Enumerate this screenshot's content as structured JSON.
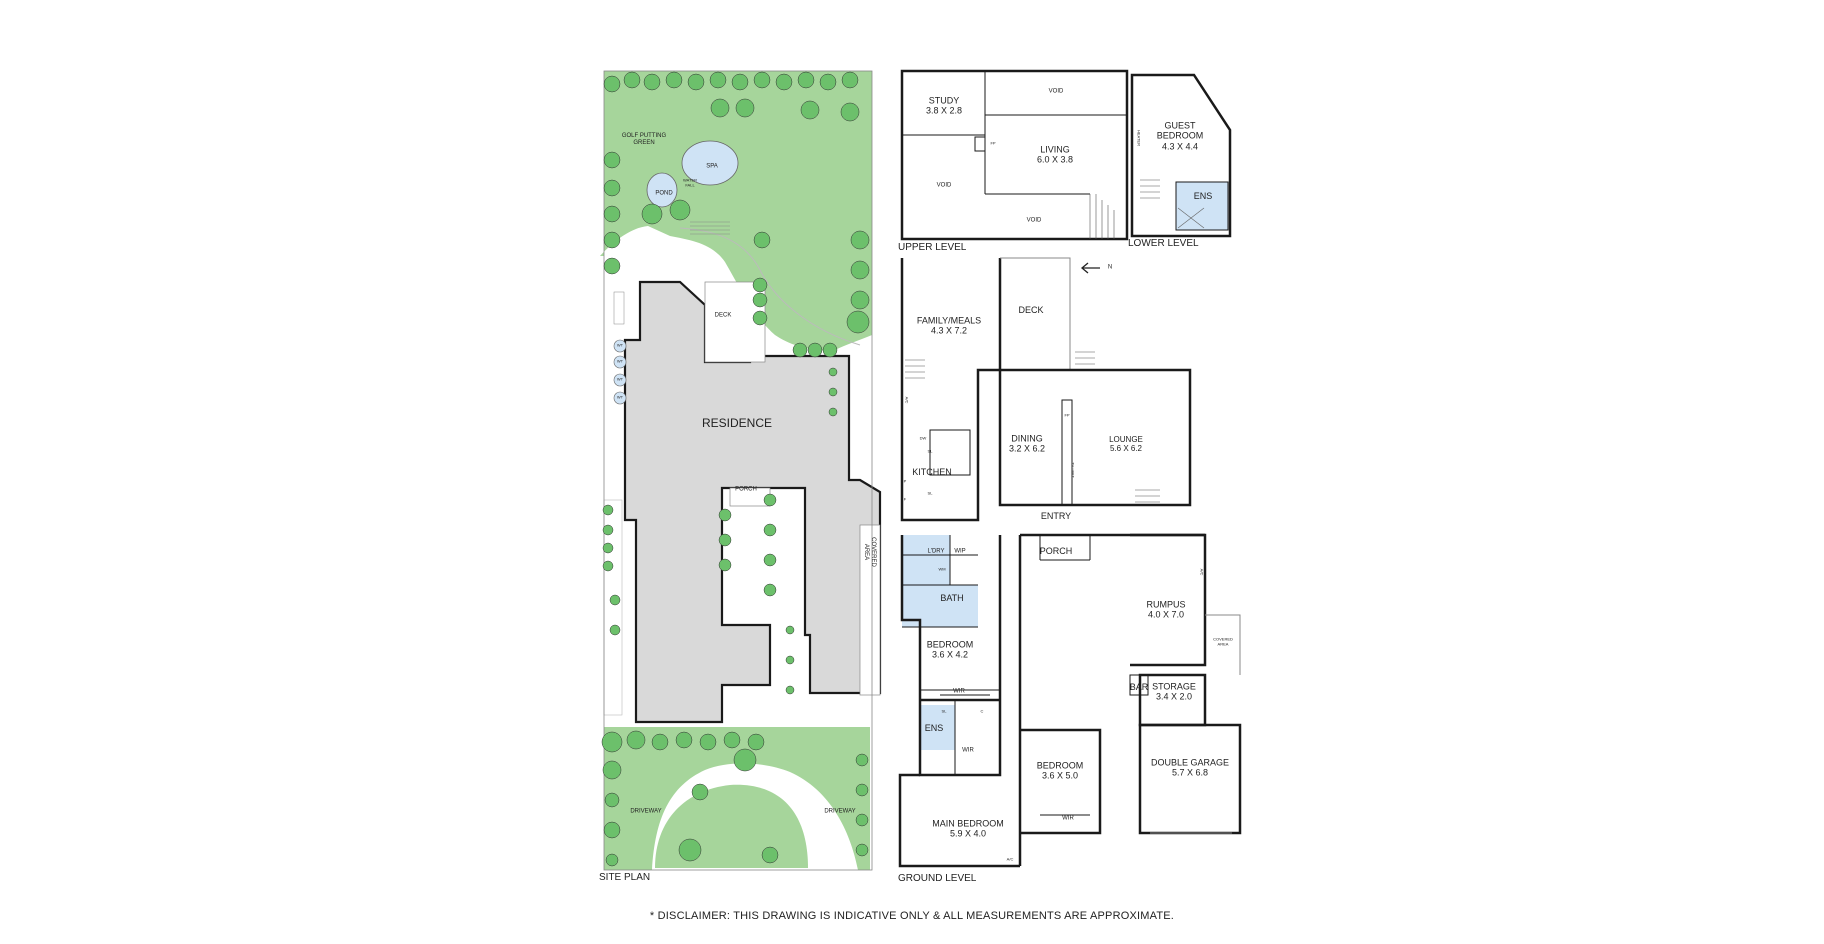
{
  "colors": {
    "lawn": "#a6d59b",
    "tree": "#6cc06b",
    "building": "#d9d9d9",
    "wet_area": "#cfe3f5",
    "wall": "#1a1a1a",
    "thin_line": "#555555"
  },
  "site_plan": {
    "caption": "SITE PLAN",
    "residence": "RESIDENCE",
    "golf_green": "GOLF PUTTING GREEN",
    "spa": "SPA",
    "pond": "POND",
    "waterfall": "WATER FALL",
    "deck": "DECK",
    "porch": "PORCH",
    "covered_area": "COVERED AREA",
    "driveway_left": "DRIVEWAY",
    "driveway_right": "DRIVEWAY",
    "water_tanks": [
      "WT",
      "WT",
      "WT",
      "WT"
    ]
  },
  "upper_level": {
    "caption": "UPPER LEVEL",
    "study": {
      "name": "STUDY",
      "dim": "3.8 X 2.8"
    },
    "living": {
      "name": "LIVING",
      "dim": "6.0 X 3.8"
    },
    "void_top": "VOID",
    "void_left": "VOID",
    "void_bottom": "VOID",
    "fp": "FP"
  },
  "lower_level": {
    "caption": "LOWER LEVEL",
    "guest_bedroom": {
      "name": "GUEST BEDROOM",
      "dim": "4.3 X 4.4"
    },
    "ens": "ENS",
    "heater": "HEATER"
  },
  "ground_level": {
    "caption": "GROUND LEVEL",
    "north_label": "N",
    "family_meals": {
      "name": "FAMILY/MEALS",
      "dim": "4.3 X 7.2"
    },
    "deck": "DECK",
    "dining": {
      "name": "DINING",
      "dim": "3.2 X 6.2"
    },
    "lounge": {
      "name": "LOUNGE",
      "dim": "5.6 X 6.2"
    },
    "kitchen": "KITCHEN",
    "dw": "DW",
    "sl": "SL",
    "sl2": "SL",
    "p": "P",
    "f": "F",
    "ac_left": "A/C",
    "fp": "FP",
    "tv_unit": "TV UNIT",
    "entry": "ENTRY",
    "porch": "PORCH",
    "ldry": "L'DRY",
    "wip": "WIP",
    "wm": "WM",
    "bath": "BATH",
    "rumpus": {
      "name": "RUMPUS",
      "dim": "4.0 X 7.0"
    },
    "ac_rumpus": "A/C",
    "covered_area": "COVERED AREA",
    "bedroom1": {
      "name": "BEDROOM",
      "dim": "3.6 X 4.2"
    },
    "wir1": "WIR",
    "c": "C",
    "ens": "ENS",
    "sl_ens": "SL",
    "wir2": "WIR",
    "bedroom2": {
      "name": "BEDROOM",
      "dim": "3.6 X 5.0"
    },
    "wir3": "WIR",
    "bar": "BAR",
    "storage": {
      "name": "STORAGE",
      "dim": "3.4 X 2.0"
    },
    "double_garage": {
      "name": "DOUBLE GARAGE",
      "dim": "5.7 X 6.8"
    },
    "main_bedroom": {
      "name": "MAIN BEDROOM",
      "dim": "5.9 X 4.0"
    },
    "ac_main": "A/C"
  },
  "disclaimer": "* DISCLAIMER: THIS DRAWING IS INDICATIVE ONLY & ALL MEASUREMENTS ARE APPROXIMATE."
}
